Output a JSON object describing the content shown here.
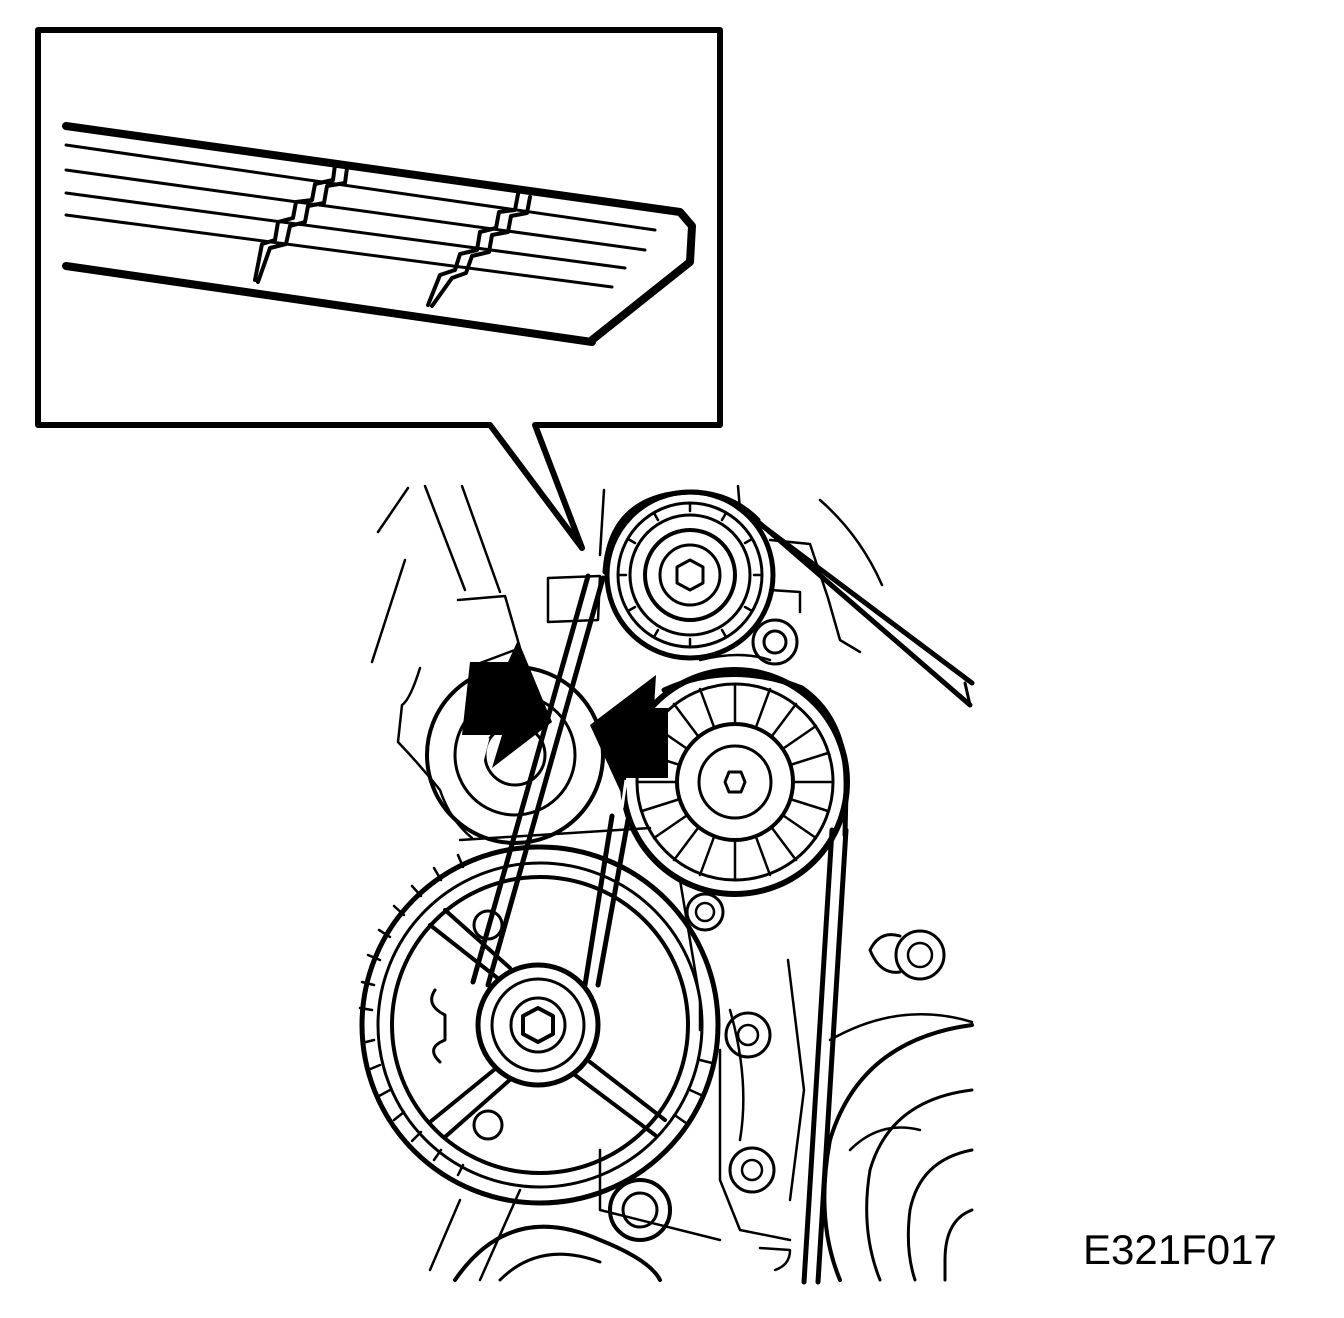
{
  "figure": {
    "code": "E321F017"
  },
  "colors": {
    "ink": "#000000",
    "paper": "#ffffff"
  },
  "parts": {
    "callout": "detail-inset-belt-ribs",
    "upper_idler": "idler-pulley-upper",
    "tensioner": "tensioner-pulley",
    "alternator": "alternator-pulley",
    "lower_pulley": "lower-idler-pulley",
    "crank": "crankshaft-pulley",
    "arrows": "direction-arrows"
  }
}
